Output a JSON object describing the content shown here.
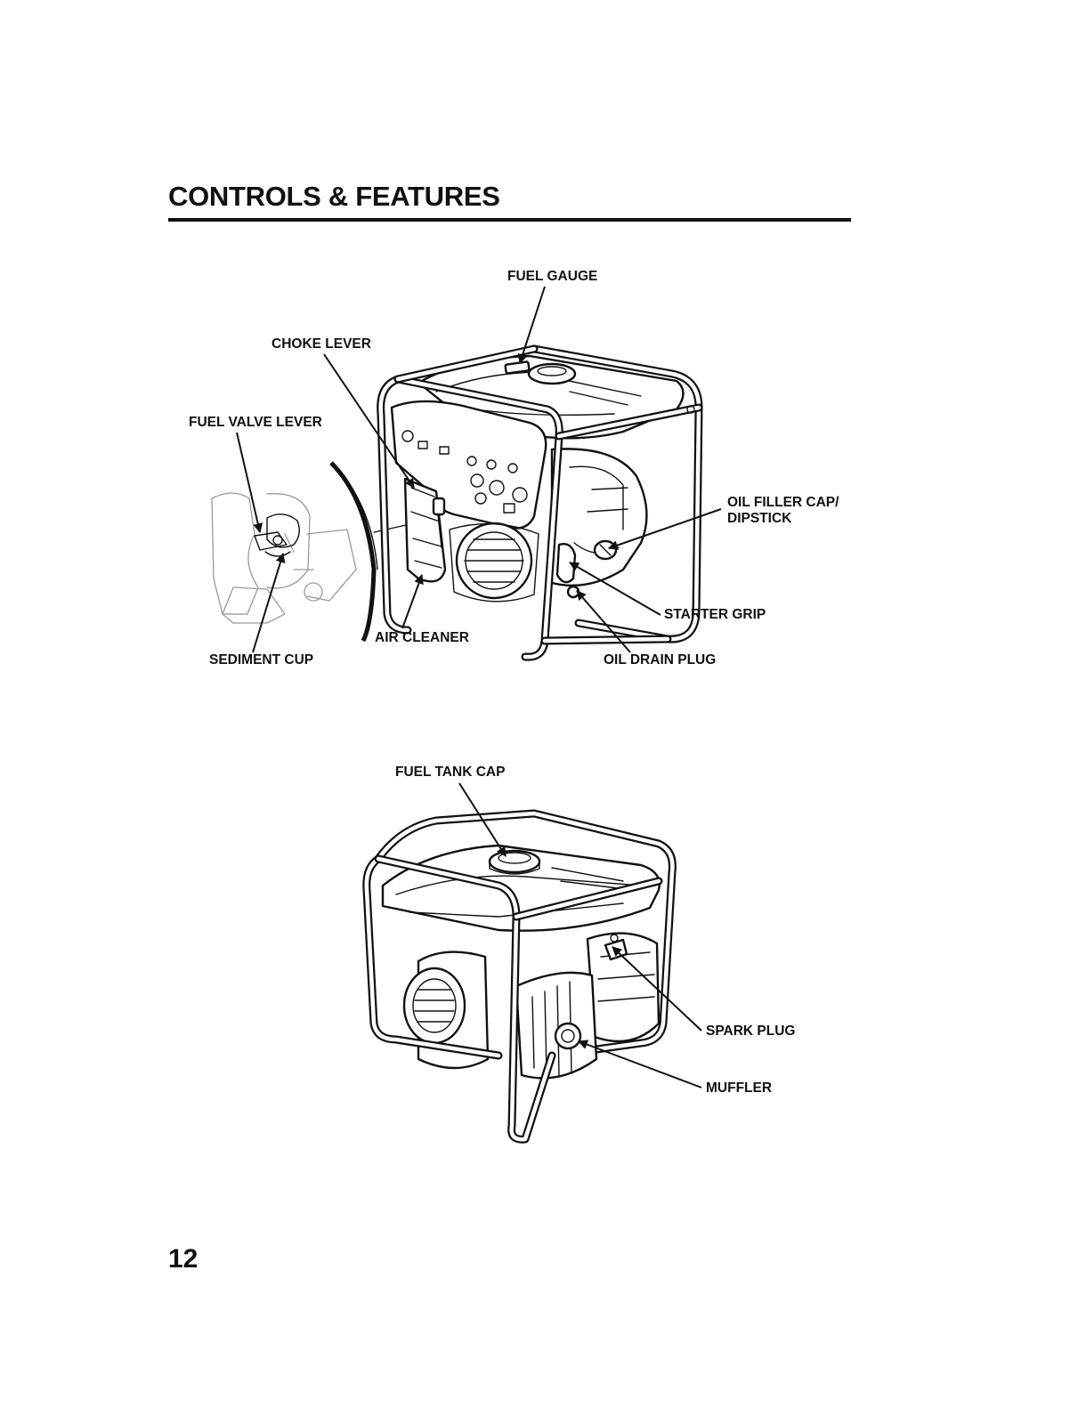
{
  "page": {
    "title": "CONTROLS & FEATURES",
    "number": "12"
  },
  "figure_top": {
    "labels": {
      "fuel_gauge": "FUEL GAUGE",
      "choke_lever": "CHOKE LEVER",
      "fuel_valve_lever": "FUEL VALVE LEVER",
      "oil_filler_cap_line1": "OIL FILLER CAP/",
      "oil_filler_cap_line2": "DIPSTICK",
      "starter_grip": "STARTER GRIP",
      "air_cleaner": "AIR CLEANER",
      "sediment_cup": "SEDIMENT CUP",
      "oil_drain_plug": "OIL DRAIN PLUG"
    }
  },
  "figure_bottom": {
    "labels": {
      "fuel_tank_cap": "FUEL TANK CAP",
      "spark_plug": "SPARK PLUG",
      "muffler": "MUFFLER"
    }
  }
}
